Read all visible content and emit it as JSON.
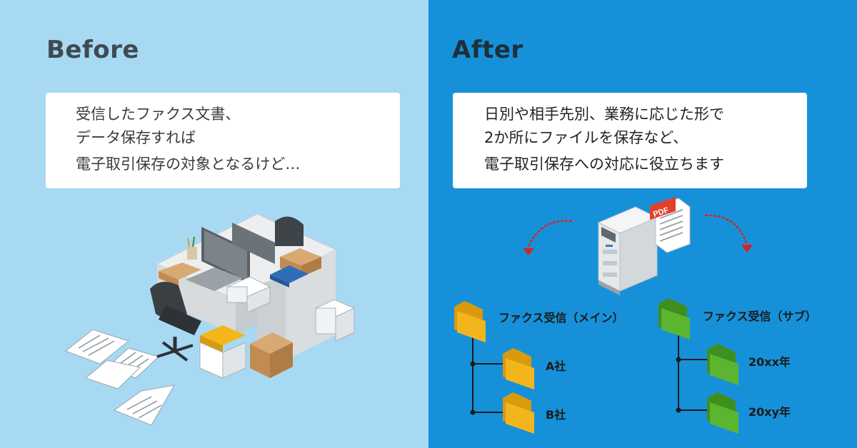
{
  "before": {
    "heading": "Before",
    "message_lines": [
      "受信したファクス文書、",
      "データ保存すれば",
      "電子取引保存の対象となるけど…"
    ]
  },
  "after": {
    "heading": "After",
    "message_lines": [
      "日別や相手先別、業務に応じた形で",
      "2か所にファイルを保存など、",
      "電子取引保存への対応に役立ちます"
    ],
    "pdf_badge": "PDF",
    "main_folder": {
      "label": "ファクス受信（メイン）",
      "children": [
        "A社",
        "B社"
      ]
    },
    "sub_folder": {
      "label": "ファクス受信（サブ）",
      "children": [
        "20xx年",
        "20xy年"
      ]
    }
  },
  "colors": {
    "before_bg": "#a7d9f2",
    "after_bg": "#1691d9",
    "main_folder": "#f2b51c",
    "sub_folder": "#5cb531",
    "arrow": "#d9231f",
    "pdf_red": "#e0412c"
  }
}
